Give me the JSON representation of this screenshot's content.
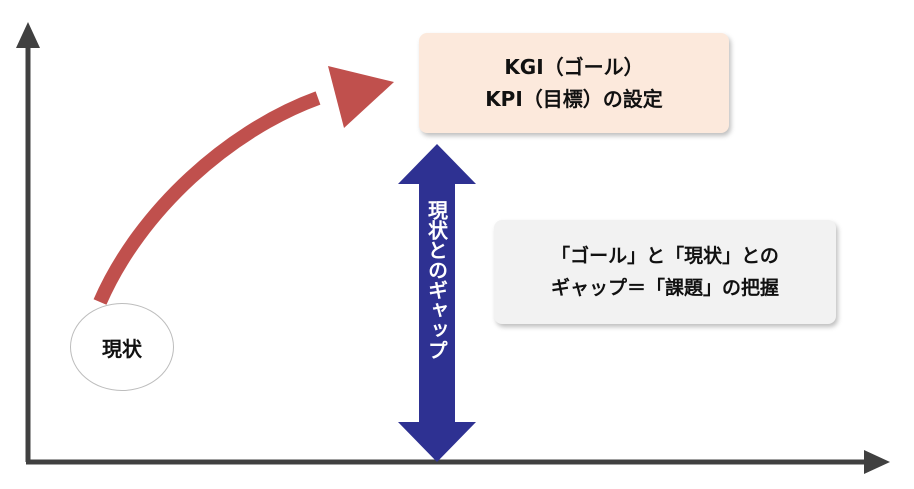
{
  "goal_box": {
    "line1": "KGI（ゴール）",
    "line2": "KPI（目標）の設定"
  },
  "gap_arrow": {
    "label": "現状とのギャップ"
  },
  "note_box": {
    "line1": "「ゴール」と「現状」との",
    "line2": "ギャップ＝「課題」の把握"
  },
  "current_state": {
    "label": "現状"
  },
  "colors": {
    "axis": "#404040",
    "curve_arrow": "#c0504d",
    "gap_arrow": "#2e3192",
    "goal_box_fill": "#fce9dc",
    "note_box_fill": "#f2f2f2"
  }
}
